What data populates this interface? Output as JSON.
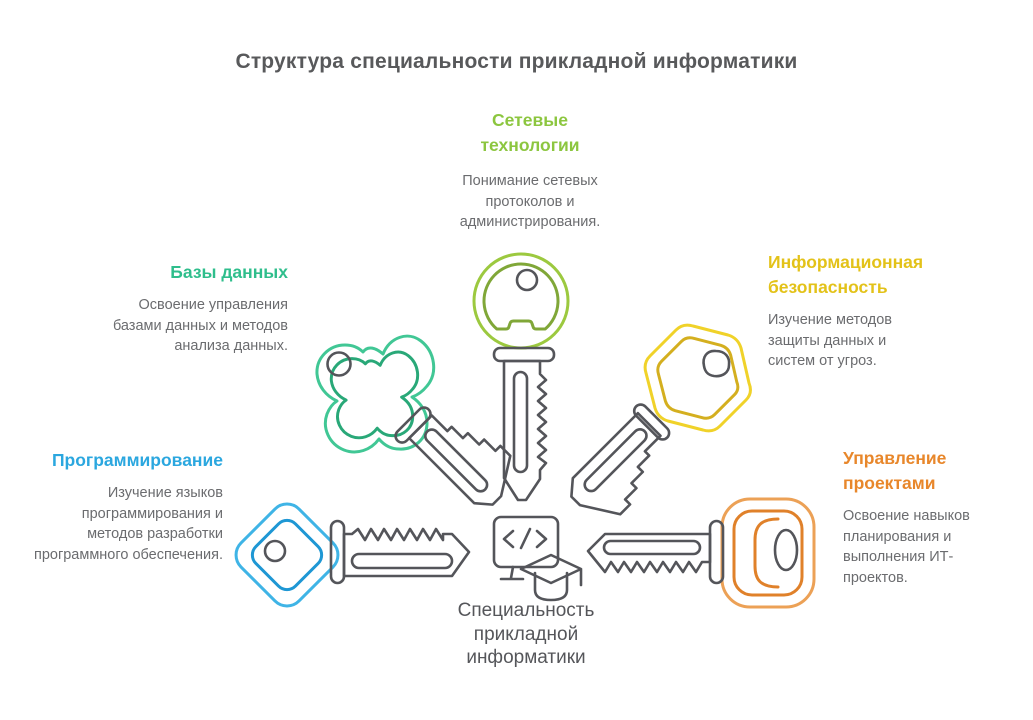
{
  "title": "Структура специальности прикладной информатики",
  "center": {
    "label": "Специальность прикладной информатики"
  },
  "sections": {
    "network": {
      "heading": "Сетевые технологии",
      "description": "Понимание сетевых протоколов и администрирования.",
      "color": "#8CC63F"
    },
    "database": {
      "heading": "Базы данных",
      "description": "Освоение управления базами данных и методов анализа данных.",
      "color": "#2FBE8C"
    },
    "security": {
      "heading": "Информационная безопасность",
      "description": "Изучение методов защиты данных и систем от угроз.",
      "color": "#E3C219"
    },
    "programming": {
      "heading": "Программирование",
      "description": "Изучение языков программирования и методов разработки программного обеспечения.",
      "color": "#2BA7DF"
    },
    "management": {
      "heading": "Управление проектами",
      "description": "Освоение навыков планирования и выполнения ИТ-проектов.",
      "color": "#E8872B"
    }
  },
  "icons": {
    "network_key": "round-head-key-icon",
    "database_key": "clover-head-key-icon",
    "security_key": "hexagon-head-key-icon",
    "programming_key": "diamond-head-key-icon",
    "management_key": "square-head-key-icon",
    "center_monitor": "code-monitor-icon",
    "center_cap": "graduation-cap-icon"
  },
  "colors": {
    "outline": "#54555A",
    "title_text": "#58595B",
    "body_text": "#6B6C6F",
    "green_outer": "#9CC93F",
    "green_inner": "#80A738",
    "teal_outer": "#41C795",
    "teal_inner": "#29A878",
    "yellow_outer": "#F0D229",
    "yellow_inner": "#D4AF1F",
    "blue_outer": "#3FB4E6",
    "blue_inner": "#1E97D4",
    "orange_outer": "#ECA156",
    "orange_inner": "#E0812A"
  }
}
